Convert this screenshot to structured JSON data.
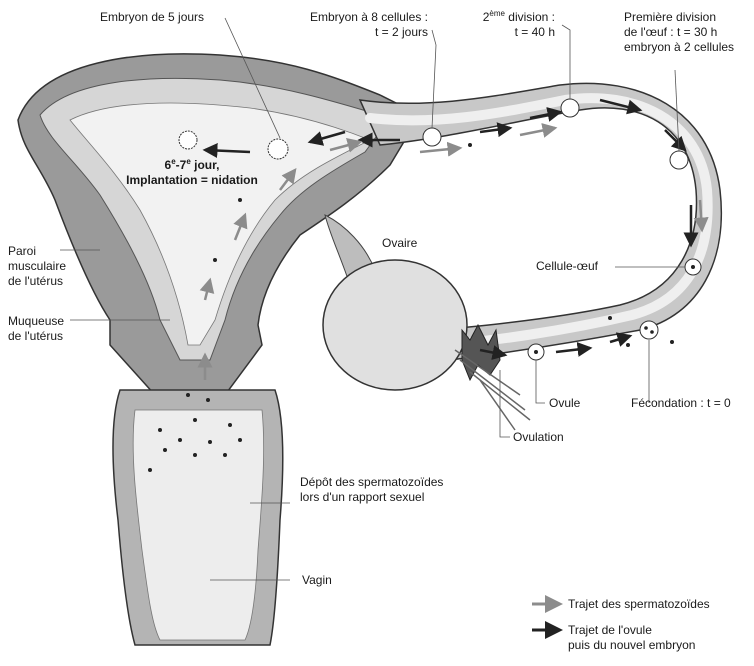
{
  "labels": {
    "embryon_5": "Embryon de 5 jours",
    "embryon_8_l1": "Embryon à 8 cellules :",
    "embryon_8_l2": "t = 2 jours",
    "div2_base": "2",
    "div2_sup": "ème",
    "div2_rest": " division :",
    "div2_l2": "t = 40 h",
    "prem_l1": "Première division",
    "prem_l2": "de l'œuf : t = 30 h",
    "prem_l3": "embryon à 2 cellules",
    "implant_a": "6",
    "implant_sup1": "e",
    "implant_b": "-7",
    "implant_sup2": "e",
    "implant_c": " jour,",
    "implant_l2": "Implantation = nidation",
    "paroi_l1": "Paroi",
    "paroi_l2": "musculaire",
    "paroi_l3": "de l'utérus",
    "muqueuse_l1": "Muqueuse",
    "muqueuse_l2": "de l'utérus",
    "ovaire": "Ovaire",
    "cellule_oeuf": "Cellule-œuf",
    "ovule": "Ovule",
    "fecondation": "Fécondation : t = 0",
    "ovulation": "Ovulation",
    "depot_l1": "Dépôt des spermatozoïdes",
    "depot_l2": "lors d'un rapport sexuel",
    "vagin": "Vagin"
  },
  "legend": {
    "sperm_path": "Trajet des spermatozoïdes",
    "ovule_path_l1": "Trajet de l'ovule",
    "ovule_path_l2": "puis du nouvel embryon",
    "sperm_color": "#8c8c8c",
    "ovule_color": "#222222"
  },
  "colors": {
    "wall": "#9a9a9a",
    "mucosa": "#d6d6d6",
    "cavity": "#f2f2f2",
    "ovary": "#e0e0e0",
    "ovulation_site": "#555555"
  }
}
